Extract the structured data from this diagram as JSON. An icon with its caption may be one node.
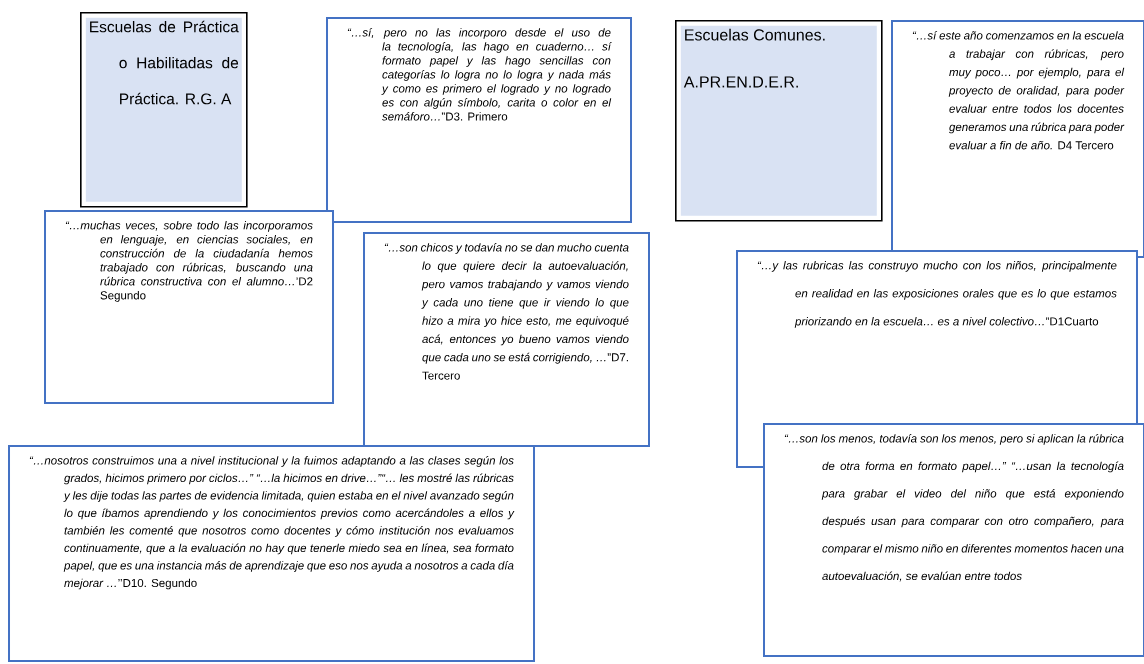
{
  "diagram": {
    "nodes": [
      {
        "text": [
          "Escuelas de Práctica o Habilitadas de Práctica. R.G. A"
        ]
      },
      {
        "text": [
          "*“…sí, pero no las incorporo desde el uso de la tecnología, las hago en cuaderno… sí formato papel y las hago sencillas con categorías lo logra no lo logra y nada más y como es primero el logrado y no logrado es con algún símbolo, carita o color en el semáforo…*”D3. Primero"
        ]
      },
      {
        "text": [
          "Escuelas Comunes.",
          "A.PR.EN.D.E.R."
        ]
      },
      {
        "text": [
          "*“…sí este año comenzamos en la escuela a trabajar con rúbricas, pero muy poco… por ejemplo, para el proyecto de oralidad, para poder evaluar entre todos los docentes generamos una rúbrica para poder evaluar a fin de año.* D4 Tercero"
        ]
      },
      {
        "text": [
          "*“…muchas veces, sobre todo las incorporamos en lenguaje, en ciencias sociales, en construcción de la ciudadanía hemos trabajado con rúbricas, buscando una rúbrica constructiva con el alumno…*’D2 Segundo"
        ]
      },
      {
        "text": [
          "*“…son chicos y todavía no se dan mucho cuenta lo que quiere decir la autoevaluación, pero vamos trabajando y vamos viendo y cada uno tiene que ir viendo lo que hizo a mira yo hice esto, me equivoqué acá, entonces yo bueno vamos viendo que cada uno se está corrigiendo, …*”D7. Tercero"
        ]
      },
      {
        "text": [
          "*“…y las rubricas las construyo mucho con los niños, principalmente en realidad en las exposiciones orales que es lo que estamos priorizando en la escuela… es a nivel colectivo…*”D1Cuarto"
        ]
      },
      {
        "text": [
          "*“…nosotros construimos una a nivel institucional y la fuimos adaptando a las clases según los grados, hicimos primero por ciclos…” “…la hicimos en drive…”“… les mostré las rúbricas y les dije todas las partes de evidencia limitada, quien estaba en el nivel avanzado según lo que íbamos aprendiendo y los conocimientos previos como acercándoles a ellos y también les comenté que nosotros como docentes y cómo institución nos evaluamos continuamente, que a la evaluación no hay que tenerle miedo sea en línea, sea formato papel, que es una instancia más de aprendizaje que eso nos ayuda a nosotros a cada día mejorar …*’’D10. Segundo"
        ]
      },
      {
        "text": [
          "“…son los menos, todavía son los menos, pero si aplican la rúbrica de otra forma en formato papel…” “…usan la tecnología para grabar el video del niño que está exponiendo después usan para comparar con otro compañero, para comparar el mismo niño en diferentes momentos hacen una autoevaluación, se evalúan entre todos"
        ]
      }
    ]
  }
}
